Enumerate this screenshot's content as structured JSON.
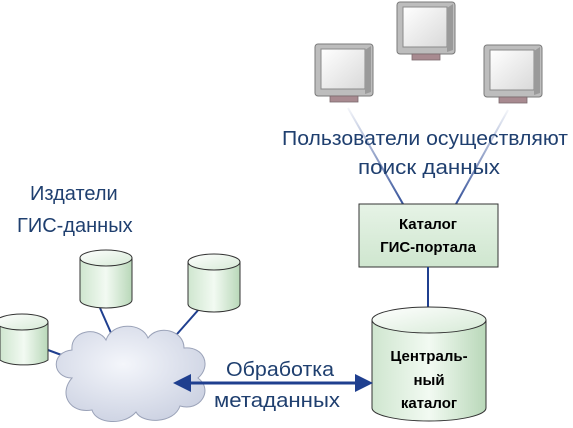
{
  "users_caption": {
    "line1": "Пользователи осуществляют",
    "line2": "поиск данных"
  },
  "publishers_caption": {
    "line1": "Издатели",
    "line2": "ГИС-данных"
  },
  "portal_catalog": {
    "line1": "Каталог",
    "line2": "ГИС-портала"
  },
  "central_catalog": {
    "line1": "Централь-",
    "line2": "ный",
    "line3": "каталог"
  },
  "metadata_processing": {
    "line1": "Обработка",
    "line2": "метаданных"
  },
  "colors": {
    "caption_text": "#1f3f6f",
    "arrow": "#1f3f8f",
    "connector": "#1f3f8f",
    "db_fill": "#d8ecd8",
    "catalog_box": "#d8ecd8",
    "cloud_fill": "#dfe3ee"
  }
}
